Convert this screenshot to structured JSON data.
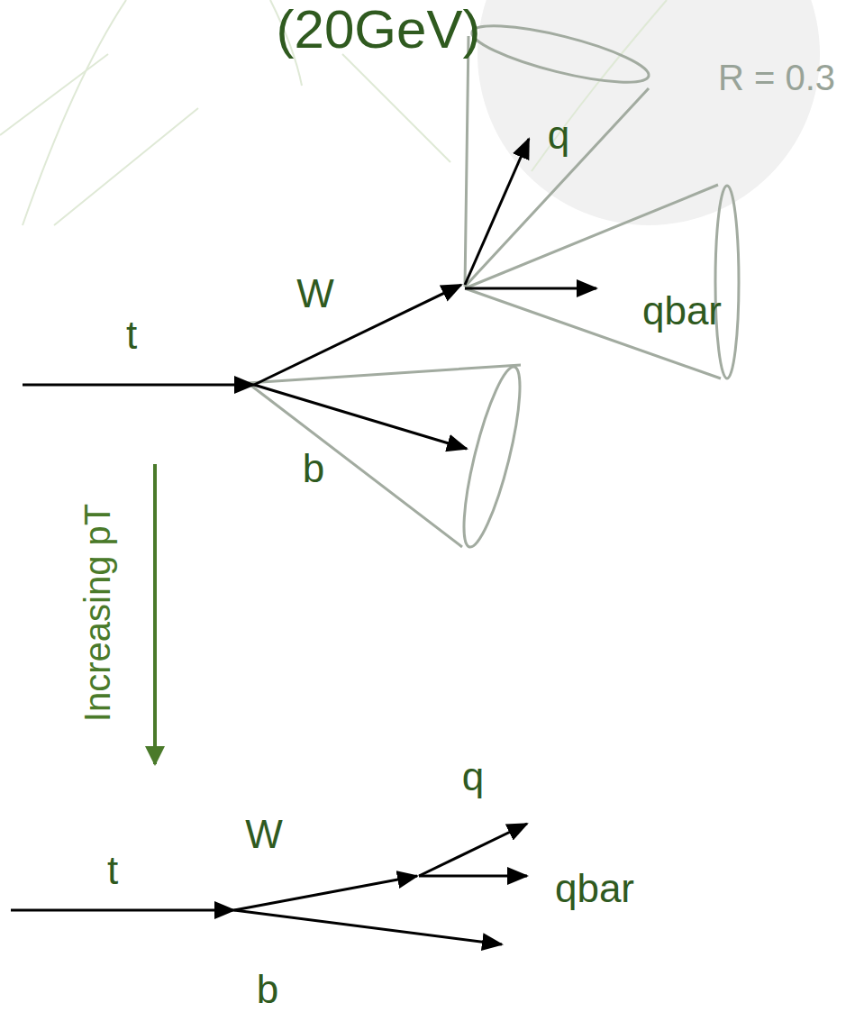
{
  "diagram": {
    "labels": [
      "(20GeV)",
      "R = 0.3",
      "q",
      "W",
      "qbar",
      "t",
      "b",
      "Increasing pT",
      "q",
      "W",
      "t",
      "qbar",
      "b"
    ]
  }
}
